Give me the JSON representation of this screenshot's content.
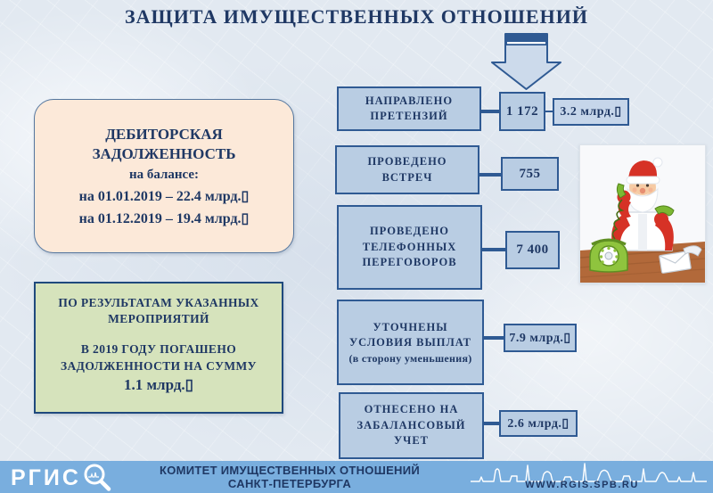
{
  "slide": {
    "title": "ЗАЩИТА ИМУЩЕСТВЕННЫХ ОТНОШЕНИЙ"
  },
  "debtor_box": {
    "heading": "ДЕБИТОРСКАЯ ЗАДОЛЖЕННОСТЬ",
    "subheading": "на балансе:",
    "line1": "на 01.01.2019 – 22.4 млрд.▯",
    "line2": "на 01.12.2019 – 19.4 млрд.▯"
  },
  "results_box": {
    "heading": "ПО РЕЗУЛЬТАТАМ УКАЗАННЫХ МЕРОПРИЯТИЙ",
    "body": "В 2019 ГОДУ ПОГАШЕНО ЗАДОЛЖЕННОСТИ НА СУММУ",
    "amount": "1.1 млрд.▯"
  },
  "flow": {
    "rows": [
      {
        "label": "НАПРАВЛЕНО ПРЕТЕНЗИЙ",
        "value": "1 172",
        "extra": "3.2 млрд.▯"
      },
      {
        "label": "ПРОВЕДЕНО ВСТРЕЧ",
        "value": "755"
      },
      {
        "label": "ПРОВЕДЕНО ТЕЛЕФОННЫХ ПЕРЕГОВОРОВ",
        "value": "7 400"
      },
      {
        "label": "УТОЧНЕНЫ УСЛОВИЯ ВЫПЛАТ",
        "sublabel": "(в сторону уменьшения)",
        "value": "7.9 млрд.▯"
      },
      {
        "label": "ОТНЕСЕНО НА ЗАБАЛАНСОВЫЙ УЧЕТ",
        "value": "2.6 млрд.▯"
      }
    ]
  },
  "footer": {
    "logo_text": "РГИС",
    "committee_line1": "КОМИТЕТ ИМУЩЕСТВЕННЫХ ОТНОШЕНИЙ",
    "committee_line2": "САНКТ-ПЕТЕРБУРГА",
    "website": "WWW.RGIS.SPB.RU"
  },
  "icons": {
    "down_arrow": "block-down-arrow",
    "magnifier": "magnifying-glass-with-skyline",
    "skyline": "st-petersburg-skyline-outline",
    "illustration": "ded-moroz-on-telephone"
  },
  "colors": {
    "text_navy": "#1f3864",
    "box_fill_blue": "#b9cde3",
    "box_border_blue": "#2f5a93",
    "peach_fill": "#fce9d9",
    "green_fill": "#d6e3bc",
    "footer_blue": "#79aede",
    "background": "#e2e9f1"
  }
}
